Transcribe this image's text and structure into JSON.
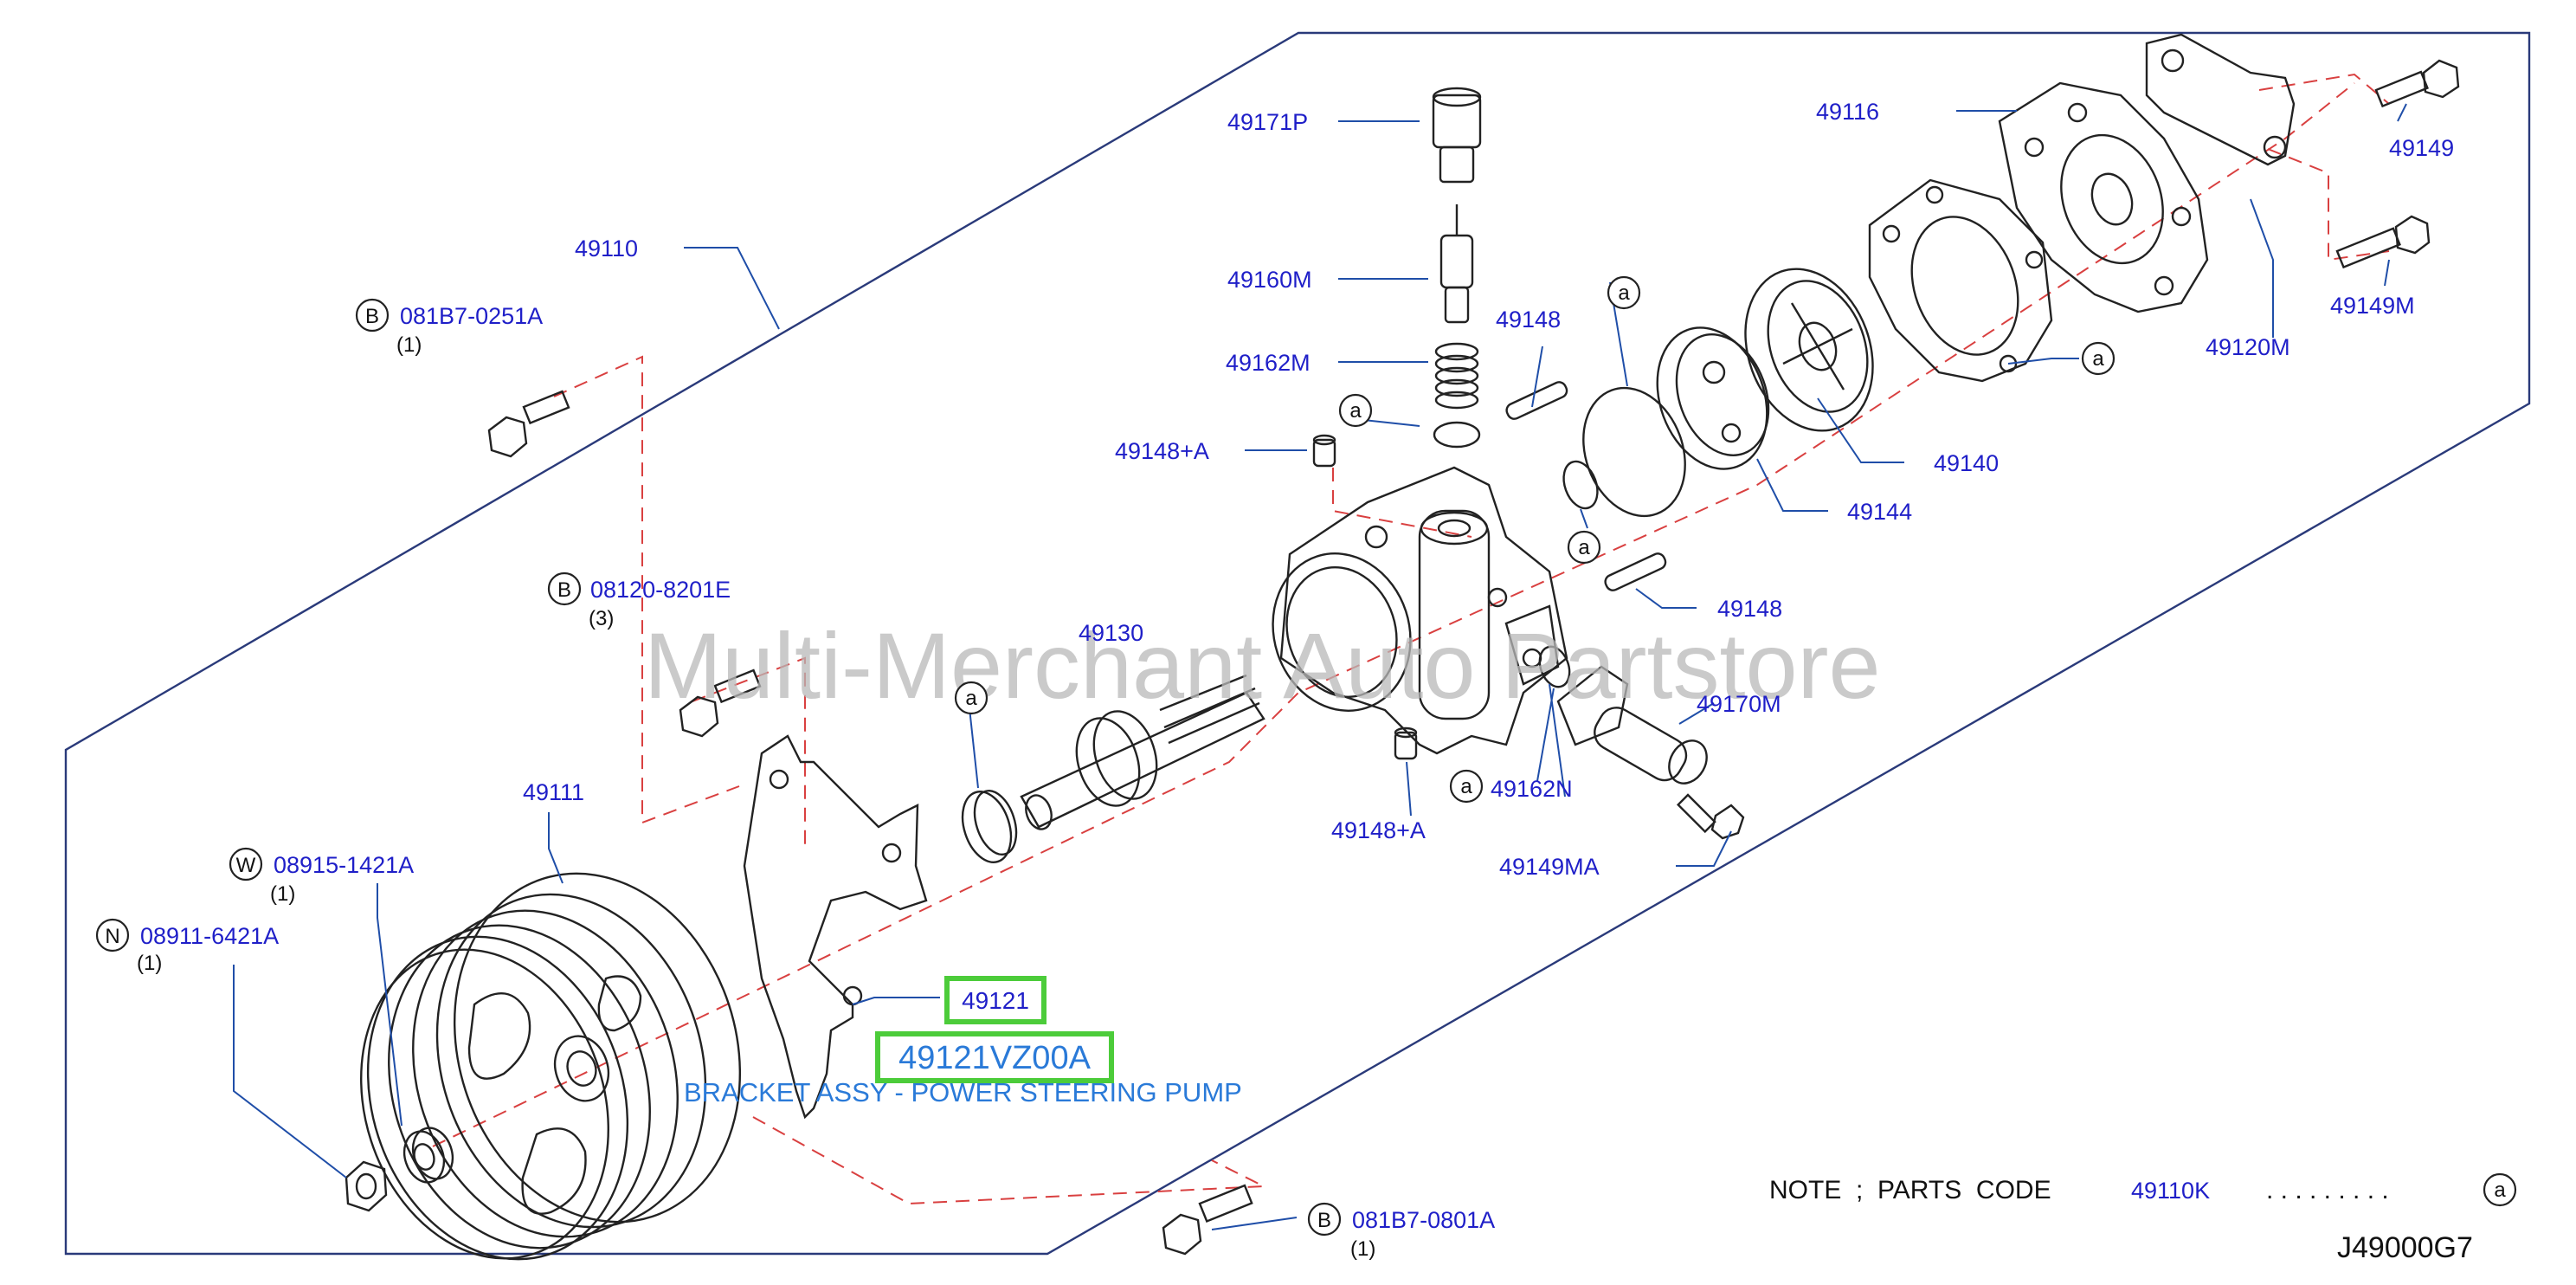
{
  "watermark": "Multi-Merchant Auto Partstore",
  "callouts": [
    {
      "id": "49110",
      "text": "49110"
    },
    {
      "id": "49171P",
      "text": "49171P"
    },
    {
      "id": "49160M",
      "text": "49160M"
    },
    {
      "id": "49162M",
      "text": "49162M"
    },
    {
      "id": "49148a",
      "text": "49148"
    },
    {
      "id": "49148pa1",
      "text": "49148+A"
    },
    {
      "id": "49130",
      "text": "49130"
    },
    {
      "id": "49116",
      "text": "49116"
    },
    {
      "id": "49149",
      "text": "49149"
    },
    {
      "id": "49149M",
      "text": "49149M"
    },
    {
      "id": "49120M",
      "text": "49120M"
    },
    {
      "id": "49140",
      "text": "49140"
    },
    {
      "id": "49144",
      "text": "49144"
    },
    {
      "id": "49148b",
      "text": "49148"
    },
    {
      "id": "49170M",
      "text": "49170M"
    },
    {
      "id": "49162N",
      "text": "49162N"
    },
    {
      "id": "49148pa2",
      "text": "49148+A"
    },
    {
      "id": "49149MA",
      "text": "49149MA"
    },
    {
      "id": "49111",
      "text": "49111"
    },
    {
      "id": "081B7-0251A",
      "text": "081B7-0251A"
    },
    {
      "id": "08120-8201E",
      "text": "08120-8201E"
    },
    {
      "id": "08915-1421A",
      "text": "08915-1421A"
    },
    {
      "id": "08911-6421A",
      "text": "08911-6421A"
    },
    {
      "id": "081B7-0801A",
      "text": "081B7-0801A"
    }
  ],
  "quantities": {
    "q_0251A": "(1)",
    "q_8201E": "(3)",
    "q_1421A": "(1)",
    "q_6421A": "(1)",
    "q_0801A": "(1)"
  },
  "symbols": {
    "b": "B",
    "w": "W",
    "n": "N",
    "a": "a"
  },
  "highlight": {
    "part_number": "49121",
    "full_code": "49121VZ00A",
    "description": "BRACKET ASSY - POWER STEERING PUMP"
  },
  "note": {
    "label": "NOTE  ;  PARTS  CODE",
    "code": "49110K",
    "dots": ". . . . . . . . .",
    "symbol": "a"
  },
  "diagram_id": "J49000G7",
  "colors": {
    "callout_text": "#1f1fc8",
    "highlight_border": "#4ccc3a",
    "description_text": "#2a7ad8",
    "leader_dash": "#d94040"
  }
}
